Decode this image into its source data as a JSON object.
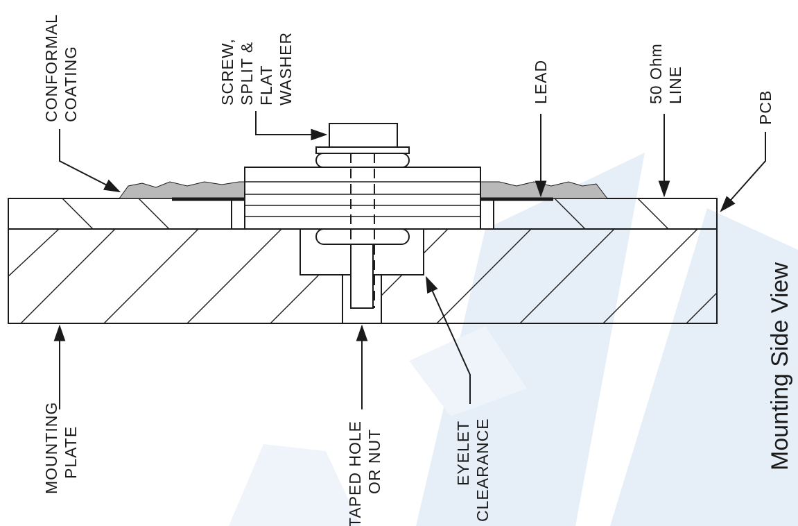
{
  "title": "Mounting Side View",
  "labels": {
    "conformal_coating": [
      "CONFORMAL",
      "COATING"
    ],
    "screw_washer": [
      "SCREW,",
      "SPLIT &",
      "FLAT",
      "WASHER"
    ],
    "lead": [
      "LEAD"
    ],
    "ohm_line": [
      "50 Ohm",
      "LINE"
    ],
    "pcb": [
      "PCB"
    ],
    "mounting_plate": [
      "MOUNTING",
      "PLATE"
    ],
    "taped_hole": [
      "TAPED HOLE",
      "OR NUT"
    ],
    "eyelet_clearance": [
      "EYELET",
      "CLEARANCE"
    ]
  },
  "colors": {
    "line": "#1a1a1a",
    "coating": "#b9b9b9",
    "watermark": "#e4eef8"
  }
}
